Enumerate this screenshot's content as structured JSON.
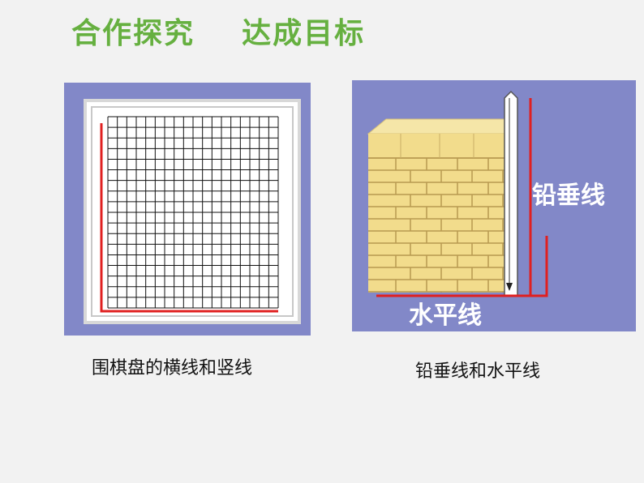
{
  "slide": {
    "title": "合作探究    达成目标"
  },
  "figures": {
    "left": {
      "caption": "围棋盘的横线和竖线"
    },
    "right": {
      "caption": "铅垂线和水平线",
      "vertical_label": "铅垂线",
      "horizontal_label": "水平线"
    }
  },
  "colors": {
    "title": "#66b040",
    "panel_bg": "#8288c8",
    "red_line": "#e02020",
    "brick": "#f2dc8c",
    "label_white": "#ffffff"
  }
}
